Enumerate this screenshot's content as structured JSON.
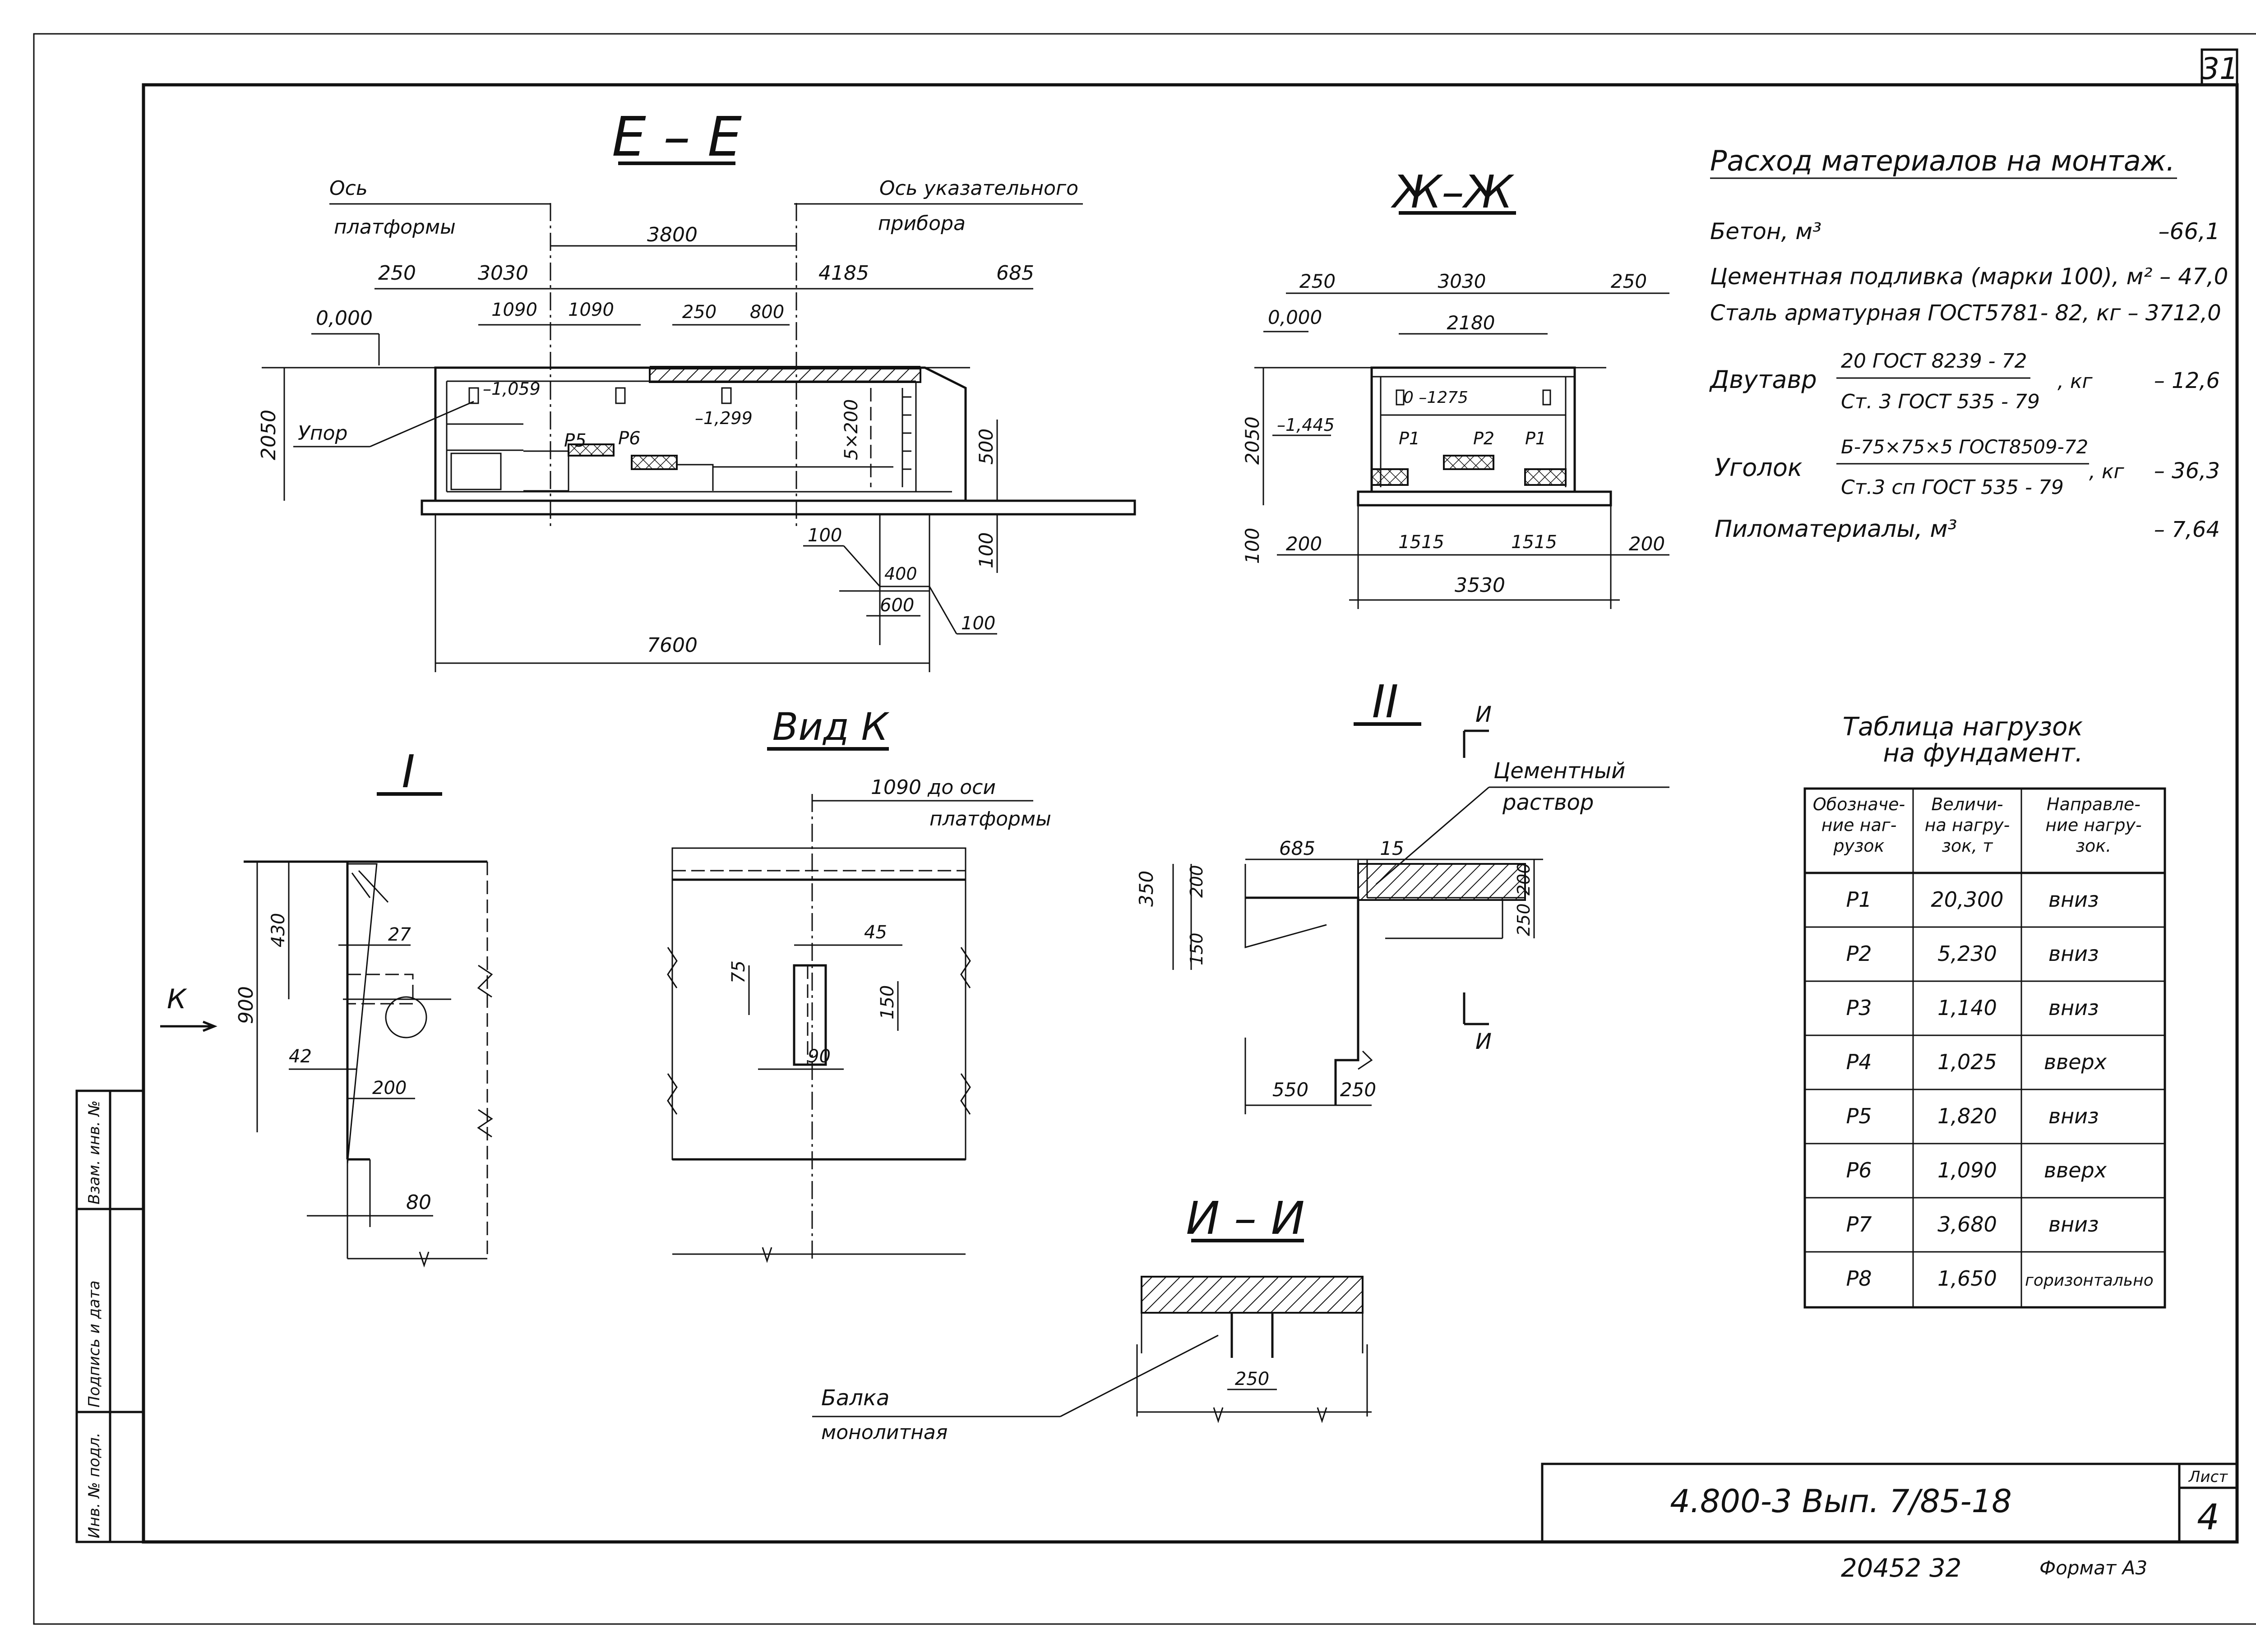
{
  "sheet": {
    "sheet_number_top": "31",
    "code": "4.800-3 Вып. 7/85-18",
    "list_label": "Лист",
    "list_number": "4",
    "bottom_number": "20452  32",
    "format": "Формат А3",
    "side_stamp": [
      "Инв. № подл.",
      "Подпись и дата",
      "Взам. инв. №"
    ]
  },
  "section_ee": {
    "title": "Е – Е",
    "axis_platform": [
      "Ось",
      "платформы"
    ],
    "axis_indicator": [
      "Ось указательного",
      "прибора"
    ],
    "dims": {
      "d3800": "3800",
      "d250": "250",
      "d3030": "3030",
      "d4185": "4185",
      "d685": "685",
      "d1090a": "1090",
      "d1090b": "1090",
      "d250b": "250",
      "d800": "800",
      "elev0": "0,000",
      "elev1059": "–1,059",
      "elev1299": "–1,299",
      "d2050": "2050",
      "d5x200": "5×200",
      "d500": "500",
      "d100v": "100",
      "d100a": "100",
      "d400": "400",
      "d600": "600",
      "d100b": "100",
      "d7600": "7600"
    },
    "stop_label": "Упор",
    "p5": "P5",
    "p6": "P6"
  },
  "section_zz": {
    "title": "Ж–Ж",
    "dims": {
      "d250a": "250",
      "d3030": "3030",
      "d250b": "250",
      "d2180": "2180",
      "elev0": "0,000",
      "elev1275": "0 –1275",
      "elev1445": "–1,445",
      "d2050": "2050",
      "d100": "100",
      "d200a": "200",
      "d1515a": "1515",
      "d1515b": "1515",
      "d200b": "200",
      "d3530": "3530"
    },
    "p1a": "P1",
    "p2": "P2",
    "p1b": "P1"
  },
  "materials": {
    "title": "Расход материалов на монтаж.",
    "concrete_label": "Бетон, м³",
    "concrete_value": "–66,1",
    "grout_label": "Цементная подливка (марки 100), м² – 47,0",
    "rebar_label": "Сталь арматурная ГОСТ5781- 82, кг – 3712,0",
    "ibeam_label": "Двутавр",
    "ibeam_num": "20 ГОСТ 8239 - 72",
    "ibeam_den": "Ст. 3 ГОСТ 535 - 79",
    "ibeam_unit": ", кг",
    "ibeam_value": "– 12,6",
    "angle_label": "Уголок",
    "angle_num": "Б-75×75×5 ГОСТ8509-72",
    "angle_den": "Ст.3 сп ГОСТ 535 - 79",
    "angle_unit": ", кг",
    "angle_value": "– 36,3",
    "lumber_label": "Пиломатериалы, м³",
    "lumber_value": "– 7,64"
  },
  "load_table": {
    "title": [
      "Таблица нагрузок",
      "на фундамент."
    ],
    "headers": [
      [
        "Обозначе-",
        "ние наг-",
        "рузок"
      ],
      [
        "Величи-",
        "на нагру-",
        "зок, т"
      ],
      [
        "Направле-",
        "ние нагру-",
        "зок."
      ]
    ],
    "rows": [
      {
        "label": "P1",
        "value": "20,300",
        "dir": "вниз"
      },
      {
        "label": "P2",
        "value": "5,230",
        "dir": "вниз"
      },
      {
        "label": "P3",
        "value": "1,140",
        "dir": "вниз"
      },
      {
        "label": "P4",
        "value": "1,025",
        "dir": "вверх"
      },
      {
        "label": "P5",
        "value": "1,820",
        "dir": "вниз"
      },
      {
        "label": "P6",
        "value": "1,090",
        "dir": "вверх"
      },
      {
        "label": "P7",
        "value": "3,680",
        "dir": "вниз"
      },
      {
        "label": "P8",
        "value": "1,650",
        "dir": "горизонтально"
      }
    ]
  },
  "detail_i": {
    "title": "I",
    "k_label": "К",
    "dims": {
      "d430": "430",
      "d27": "27",
      "d900": "900",
      "d42": "42",
      "d200": "200",
      "d80": "80"
    }
  },
  "view_k": {
    "title": "Вид К",
    "axis_ref": [
      "1090  до оси",
      "платформы"
    ],
    "dims": {
      "d45": "45",
      "d75": "75",
      "d150": "150",
      "d90": "90"
    }
  },
  "detail_ii": {
    "title": "II",
    "cut_a": "И",
    "cut_b": "И",
    "mortar": [
      "Цементный",
      "раствор"
    ],
    "dims": {
      "d685": "685",
      "d15": "15",
      "d350": "350",
      "d200a": "200",
      "d150": "150",
      "d200b": "200",
      "d250a": "250",
      "d550": "550",
      "d250b": "250"
    }
  },
  "section_ii": {
    "title": "И – И",
    "beam": [
      "Балка",
      "монолитная"
    ],
    "d250": "250"
  }
}
